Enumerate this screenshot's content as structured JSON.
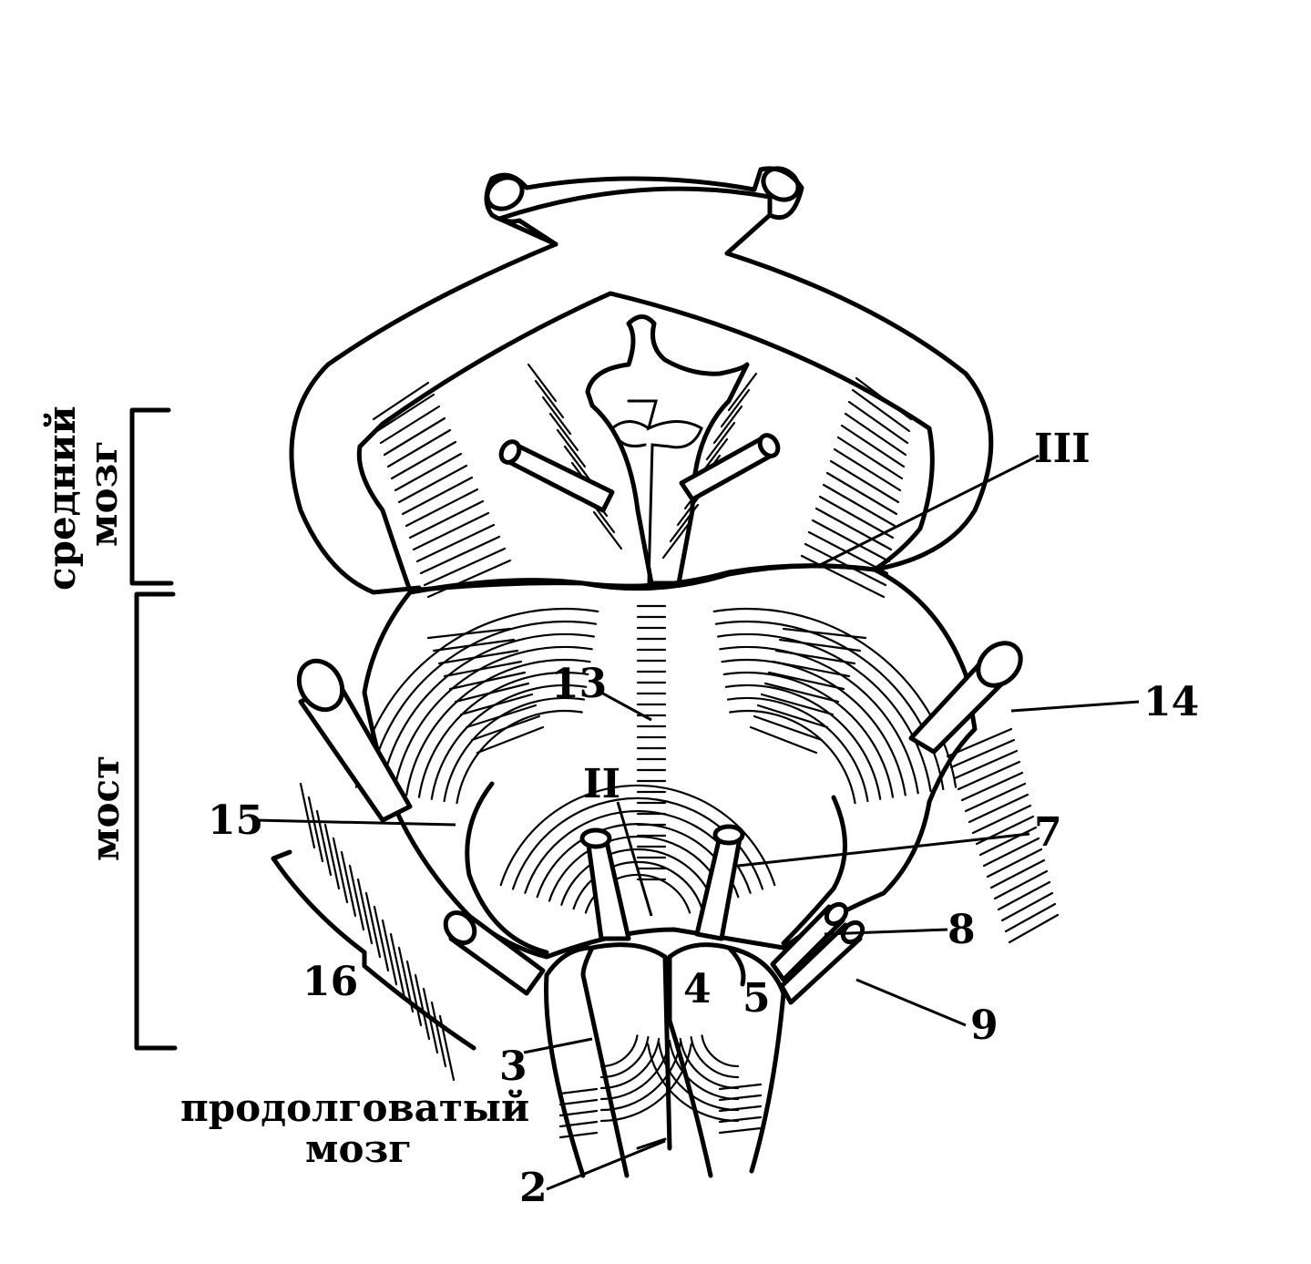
{
  "labels": {
    "III": "III",
    "n13": "13",
    "n14": "14",
    "II": "II",
    "n15": "15",
    "n7": "7",
    "n8": "8",
    "n16": "16",
    "n4": "4",
    "n5": "5",
    "n9": "9",
    "n3": "3",
    "n2": "2"
  },
  "regions": {
    "midbrain_line1": "средний",
    "midbrain_line2": "мозг",
    "pons": "мост",
    "medulla_line1": "продолговатый",
    "medulla_line2": "мозг"
  }
}
